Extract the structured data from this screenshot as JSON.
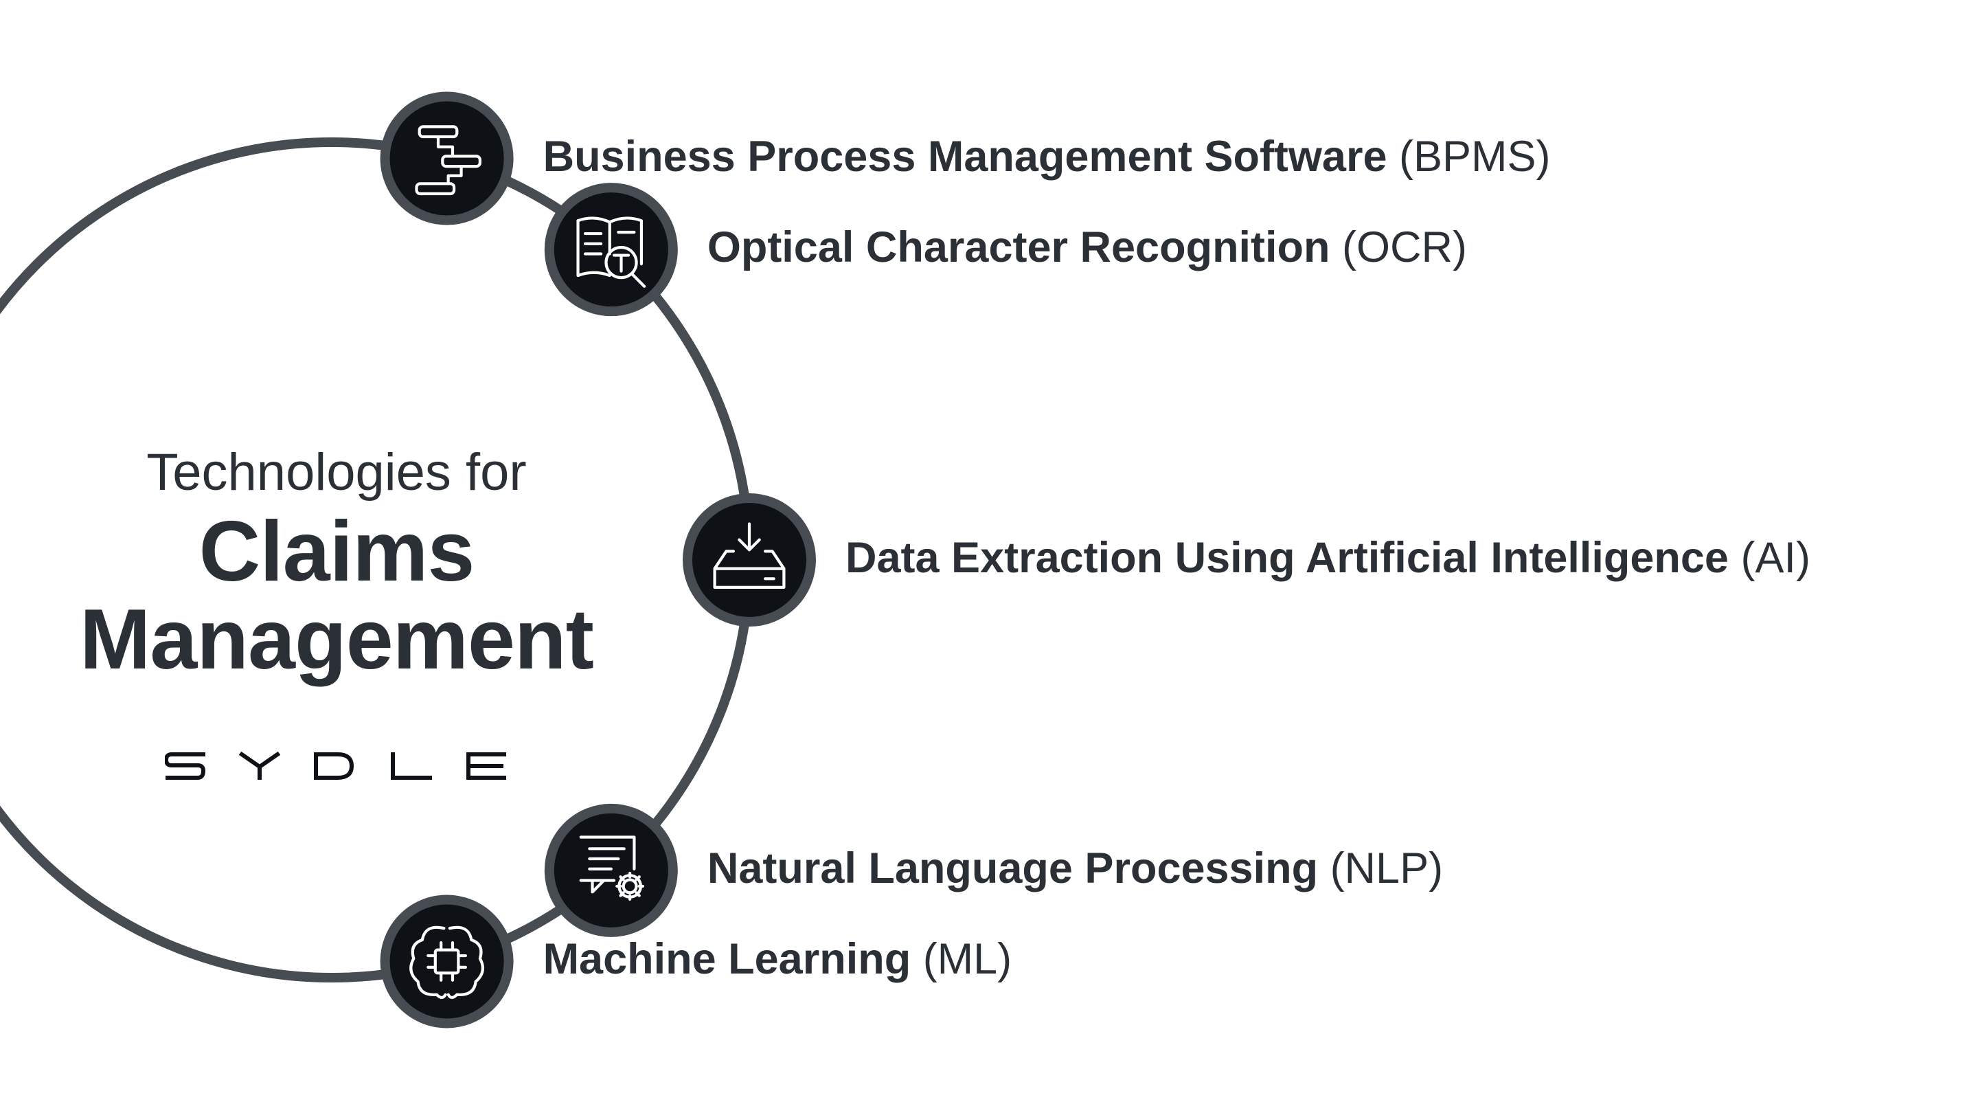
{
  "title": {
    "pre": "Technologies for",
    "line1": "Claims",
    "line2": "Management"
  },
  "logo_text": "SYDLE",
  "colors": {
    "ring": "#474c52",
    "node_fill": "#0e1116",
    "node_border": "#474c52",
    "icon_stroke": "#ffffff",
    "text": "#2b2f36"
  },
  "items": [
    {
      "name": "Business Process Management Software",
      "abbr": "(BPMS)",
      "icon": "flowchart-icon"
    },
    {
      "name": "Optical Character Recognition",
      "abbr": "(OCR)",
      "icon": "document-scan-icon"
    },
    {
      "name": "Data Extraction Using Artificial Intelligence",
      "abbr": "(AI)",
      "icon": "download-tray-icon"
    },
    {
      "name": "Natural Language Processing",
      "abbr": "(NLP)",
      "icon": "chat-gear-icon"
    },
    {
      "name": "Machine Learning",
      "abbr": "(ML)",
      "icon": "brain-chip-icon"
    }
  ]
}
